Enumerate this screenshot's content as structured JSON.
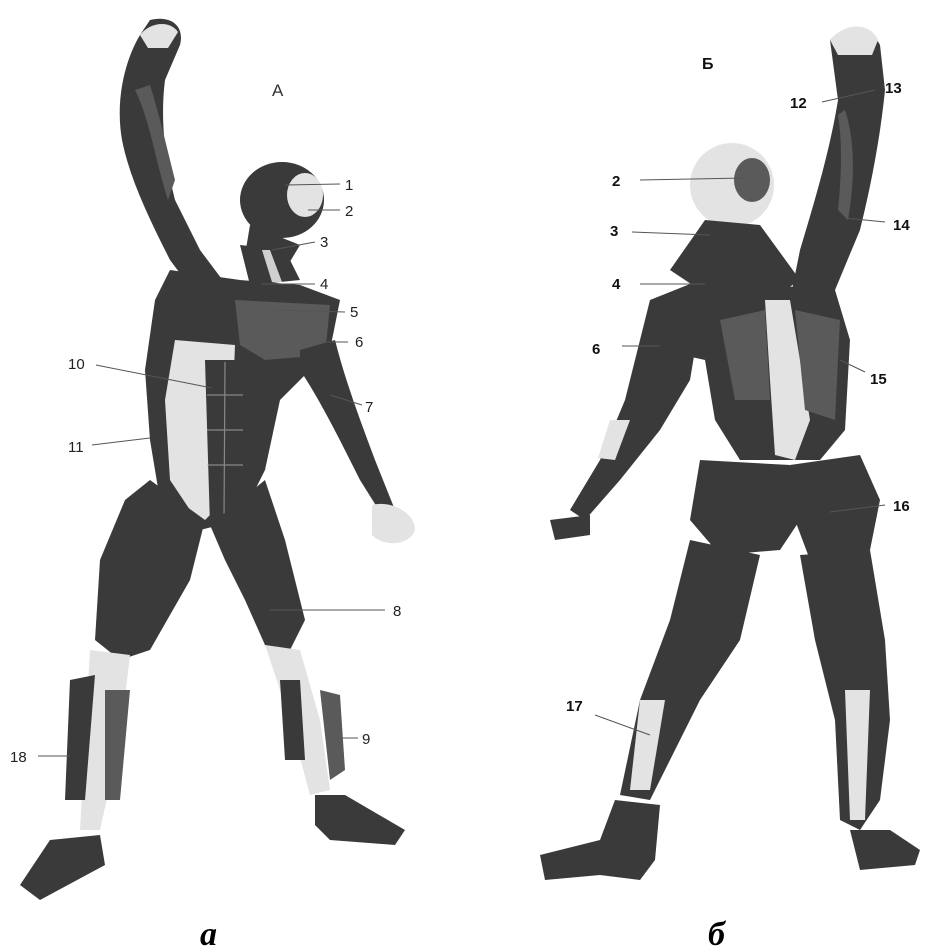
{
  "views": {
    "anterior": {
      "heading": "А",
      "caption": "а",
      "labels": [
        "1",
        "2",
        "3",
        "4",
        "5",
        "6",
        "7",
        "8",
        "9",
        "10",
        "11",
        "18"
      ]
    },
    "posterior": {
      "heading": "Б",
      "caption": "б",
      "labels": [
        "2",
        "3",
        "4",
        "6",
        "12",
        "13",
        "14",
        "15",
        "16",
        "17"
      ]
    }
  },
  "colors": {
    "muscle_dark": "#3a3a3a",
    "muscle_mid": "#5a5a5a",
    "tendon": "#cfcfcf",
    "background": "#ffffff"
  }
}
